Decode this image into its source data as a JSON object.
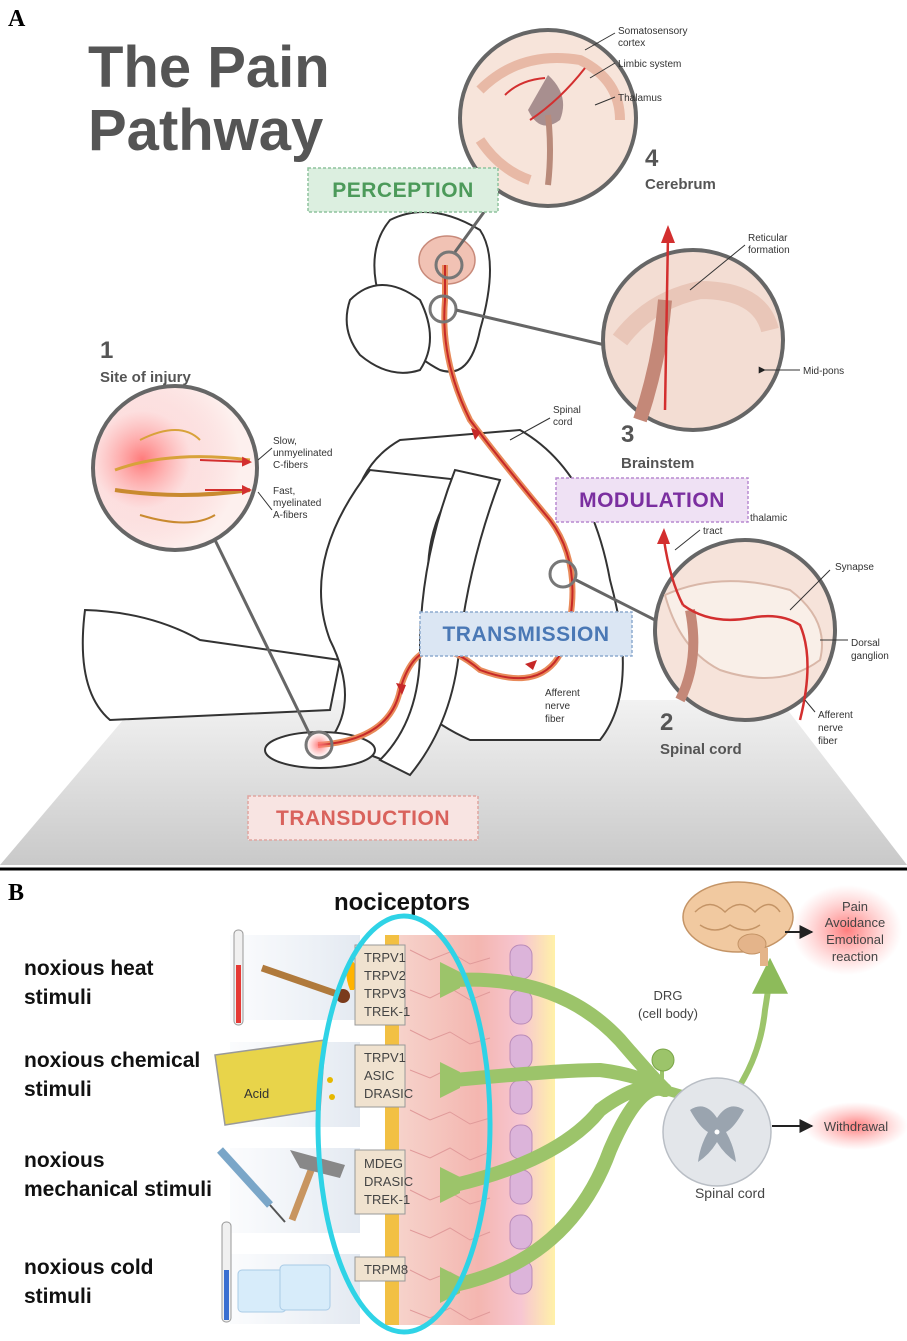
{
  "panel_a": {
    "label": "A",
    "title_line1": "The Pain",
    "title_line2": "Pathway",
    "stages": {
      "perception": "PERCEPTION",
      "modulation": "MODULATION",
      "transmission": "TRANSMISSION",
      "transduction": "TRANSDUCTION"
    },
    "sites": [
      {
        "number": "1",
        "name": "Site of injury"
      },
      {
        "number": "2",
        "name": "Spinal cord"
      },
      {
        "number": "3",
        "name": "Brainstem"
      },
      {
        "number": "4",
        "name": "Cerebrum"
      }
    ],
    "labels": {
      "somatosensory_1": "Somatosensory",
      "somatosensory_2": "cortex",
      "limbic": "Limbic system",
      "thalamus": "Thalamus",
      "reticular_1": "Reticular",
      "reticular_2": "formation",
      "midpons": "Mid-pons",
      "spinal_cord_1": "Spinal",
      "spinal_cord_2": "cord",
      "slow_1": "Slow,",
      "slow_2": "unmyelinated",
      "slow_3": "C-fibers",
      "fast_1": "Fast,",
      "fast_2": "myelinated",
      "fast_3": "A-fibers",
      "thalamic_1": "thalamic",
      "thalamic_2": "tract",
      "synapse": "Synapse",
      "dorsal_1": "Dorsal",
      "dorsal_2": "ganglion",
      "afferent_a_1": "Afferent",
      "afferent_a_2": "nerve",
      "afferent_a_3": "fiber",
      "afferent_b_1": "Afferent",
      "afferent_b_2": "nerve",
      "afferent_b_3": "fiber"
    }
  },
  "panel_b": {
    "label": "B",
    "header": "nociceptors",
    "stimuli": [
      {
        "line1": "noxious heat",
        "line2": "stimuli",
        "channels": [
          "TRPV1",
          "TRPV2",
          "TRPV3",
          "TREK-1"
        ]
      },
      {
        "line1": "noxious chemical",
        "line2": "stimuli",
        "channels": [
          "TRPV1",
          "ASIC",
          "DRASIC"
        ]
      },
      {
        "line1": "noxious",
        "line2": "mechanical stimuli",
        "channels": [
          "MDEG",
          "DRASIC",
          "TREK-1"
        ]
      },
      {
        "line1": "noxious cold",
        "line2": "stimuli",
        "channels": [
          "TRPM8"
        ]
      }
    ],
    "acid_label": "Acid",
    "drg_1": "DRG",
    "drg_2": "(cell body)",
    "spinal_cord": "Spinal cord",
    "outcomes": {
      "pain": "Pain",
      "avoidance": "Avoidance",
      "emotional": "Emotional",
      "reaction": "reaction",
      "withdrawal": "Withdrawal"
    },
    "colors": {
      "highlight_ellipse": "#2fd3e6",
      "nerve_green": "#9cc46a",
      "red_glow": "#ff8a80"
    }
  }
}
